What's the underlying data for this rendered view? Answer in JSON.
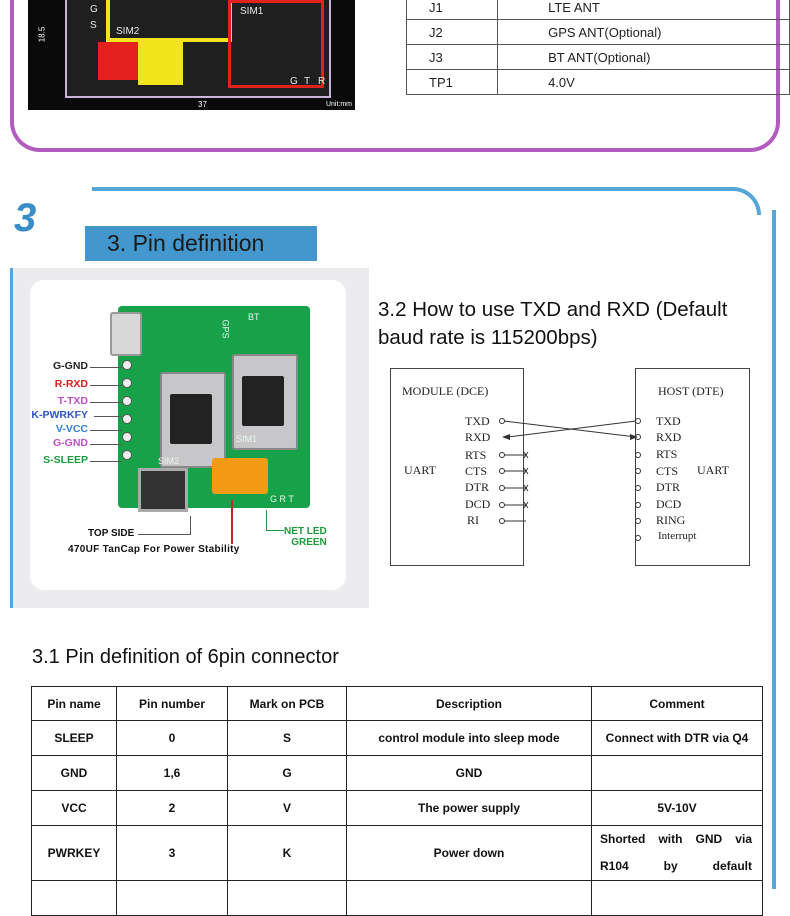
{
  "pcb_image": {
    "labels": [
      "SIM1",
      "SIM2",
      "G",
      "S",
      "G",
      "T",
      "R"
    ],
    "dim_width": "37",
    "dim_height": "18.5",
    "unit": "Unit:mm"
  },
  "antenna_table": {
    "rows": [
      {
        "id": "J1",
        "desc": "LTE ANT"
      },
      {
        "id": "J2",
        "desc": "GPS ANT(Optional)"
      },
      {
        "id": "J3",
        "desc": "BT ANT(Optional)"
      },
      {
        "id": "TP1",
        "desc": "4.0V"
      }
    ]
  },
  "section": {
    "number": "3",
    "title": "3. Pin definition"
  },
  "module_photo": {
    "pins": [
      {
        "label": "G-GND",
        "color": "#222222"
      },
      {
        "label": "R-RXD",
        "color": "#d91e1e"
      },
      {
        "label": "T-TXD",
        "color": "#c04fc9"
      },
      {
        "label": "K-PWRKFY",
        "color": "#2b55c8"
      },
      {
        "label": "V-VCC",
        "color": "#2f7fd6"
      },
      {
        "label": "G-GND",
        "color": "#c04fc9"
      },
      {
        "label": "S-SLEEP",
        "color": "#1a9b3c"
      }
    ],
    "silk": [
      "GPS",
      "BT",
      "SIM2",
      "SIM1",
      "G R T"
    ],
    "top_side": "TOP SIDE",
    "cap_note": "470UF TanCap For Power Stability",
    "net_led_line1": "NET LED",
    "net_led_line2": "GREEN"
  },
  "uart_section": {
    "heading": "3.2 How to use TXD and RXD (Default baud rate is 115200bps)",
    "dce_title": "MODULE (DCE)",
    "dte_title": "HOST (DTE)",
    "uart_label": "UART",
    "dce_signals": [
      "TXD",
      "RXD",
      "RTS",
      "CTS",
      "DTR",
      "DCD",
      "RI"
    ],
    "dte_signals": [
      "TXD",
      "RXD",
      "RTS",
      "CTS",
      "DTR",
      "DCD",
      "RING",
      "Interrupt"
    ]
  },
  "pin_table": {
    "heading": "3.1 Pin definition of 6pin connector",
    "headers": [
      "Pin name",
      "Pin number",
      "Mark on PCB",
      "Description",
      "Comment"
    ],
    "rows": [
      {
        "name": "SLEEP",
        "number": "0",
        "mark": "S",
        "desc": "control module into sleep mode",
        "comment": "Connect with DTR via Q4"
      },
      {
        "name": "GND",
        "number": "1,6",
        "mark": "G",
        "desc": "GND",
        "comment": ""
      },
      {
        "name": "VCC",
        "number": "2",
        "mark": "V",
        "desc": "The power supply",
        "comment": "5V-10V"
      },
      {
        "name": "PWRKEY",
        "number": "3",
        "mark": "K",
        "desc": "Power down",
        "comment_line1": "Shorted with GND via",
        "comment_line2": "R104 by default"
      }
    ]
  }
}
